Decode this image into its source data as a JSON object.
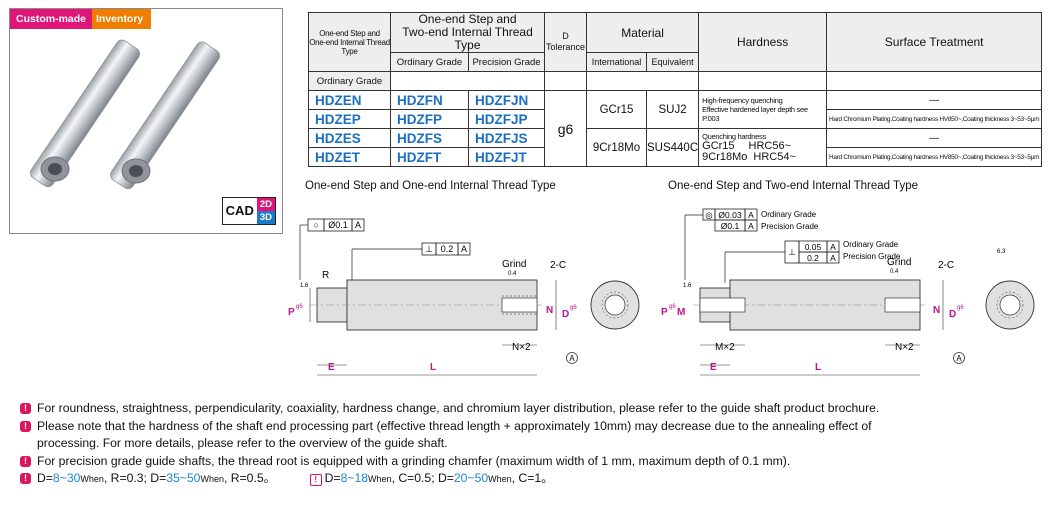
{
  "badge": {
    "custom": "Custom-made",
    "inventory": "Inventory"
  },
  "cad": {
    "label": "CAD",
    "d2": "2D",
    "d3": "3D"
  },
  "table": {
    "h_cond1": "One-end Step and",
    "h_cond2": "One-end Internal Thread Type",
    "h_two1": "One-end Step and",
    "h_two2": "Two-end Internal Thread Type",
    "h_ord1": "Ordinary Grade",
    "h_ord2": "Ordinary Grade",
    "h_prec": "Precision Grade",
    "h_d": "D",
    "h_tol": "Tolerance",
    "h_material": "Material",
    "h_intl": "International",
    "h_equiv": "Equivalent",
    "h_hardness": "Hardness",
    "h_surface": "Surface Treatment",
    "rows": [
      [
        "HDZEN",
        "HDZFN",
        "HDZFJN"
      ],
      [
        "HDZEP",
        "HDZFP",
        "HDZFJP"
      ],
      [
        "HDZES",
        "HDZFS",
        "HDZFJS"
      ],
      [
        "HDZET",
        "HDZFT",
        "HDZFJT"
      ]
    ],
    "tolerance": "g6",
    "mat1_intl": "GCr15",
    "mat1_eq": "SUJ2",
    "mat2_intl": "9Cr18Mo",
    "mat2_eq": "SUS440C",
    "hard1a": "High-frequency quenching",
    "hard1b": "Effective hardened layer depth see P.003",
    "hard2a": "Quenching hardness",
    "hard2b_mat": "GCr15",
    "hard2b_val": "HRC56~",
    "hard2c_mat": "9Cr18Mo",
    "hard2c_val": "HRC54~",
    "surf_dash": "—",
    "surf_chrome": "Hard Chromium Plating,Coating hardness HV850~,Coating thickness 3~53~5μm"
  },
  "drawing1": {
    "title": "One-end Step and One-end Internal Thread Type",
    "tol_sym": "○",
    "tol_val": "Ø0.1",
    "tol_ref": "A",
    "perp_val": "0.2",
    "perp_ref": "A",
    "grind": "Grind",
    "grind_val": "0.4",
    "chamfer": "2-C",
    "r_label": "R",
    "val_16": "1.6",
    "p_label": "P",
    "p_sub": "g6",
    "n_label": "N",
    "d_label": "D",
    "d_sub": "g6",
    "nx2": "N×2",
    "datum": "A",
    "e_label": "E",
    "l_label": "L"
  },
  "drawing2": {
    "title": "One-end Step and Two-end Internal Thread Type",
    "coax_ord": "Ø0.03",
    "coax_prec": "Ø0.1",
    "coax_ref": "A",
    "ord_grade": "Ordinary Grade",
    "prec_grade": "Precision Grade",
    "perp_ord": "0.05",
    "perp_prec": "0.2",
    "perp_ref": "A",
    "grind": "Grind",
    "grind_val": "0.4",
    "chamfer": "2-C",
    "val_16": "1.6",
    "val_63": "6.3",
    "p_label": "P",
    "p_sub": "g6",
    "m_label": "M",
    "n_label": "N",
    "d_label": "D",
    "d_sub": "g6",
    "mx2": "M×2",
    "nx2": "N×2",
    "datum": "A",
    "e_label": "E",
    "l_label": "L"
  },
  "notes": {
    "n1": "For roundness, straightness, perpendicularity, coaxiality, hardness change, and chromium layer distribution, please refer to the guide shaft product brochure.",
    "n2a": "Please note that the hardness of the shaft end processing part (effective thread length + approximately 10mm) may decrease due to the annealing effect of",
    "n2b": "processing. For more details, please refer to the overview of the guide shaft.",
    "n3": "For precision grade guide shafts, the thread root is equipped with a grinding chamfer (maximum width of 1 mm, maximum depth of 0.1 mm).",
    "f1": "D=",
    "f2": "8~30",
    "f3": "When",
    "f4": ", R=0.3; D=",
    "f5": "35~50",
    "f6": "When",
    "f7": ", R=0.5。",
    "f8": "D=",
    "f9": "8~18",
    "f10": "When",
    "f11": ", C=0.5; D=",
    "f12": "20~50",
    "f13": "When",
    "f14": ", C=1。"
  },
  "colors": {
    "pink": "#e0157a",
    "orange": "#ef7d00",
    "blue": "#1a6fc4",
    "magenta_dim": "#c0138a"
  }
}
